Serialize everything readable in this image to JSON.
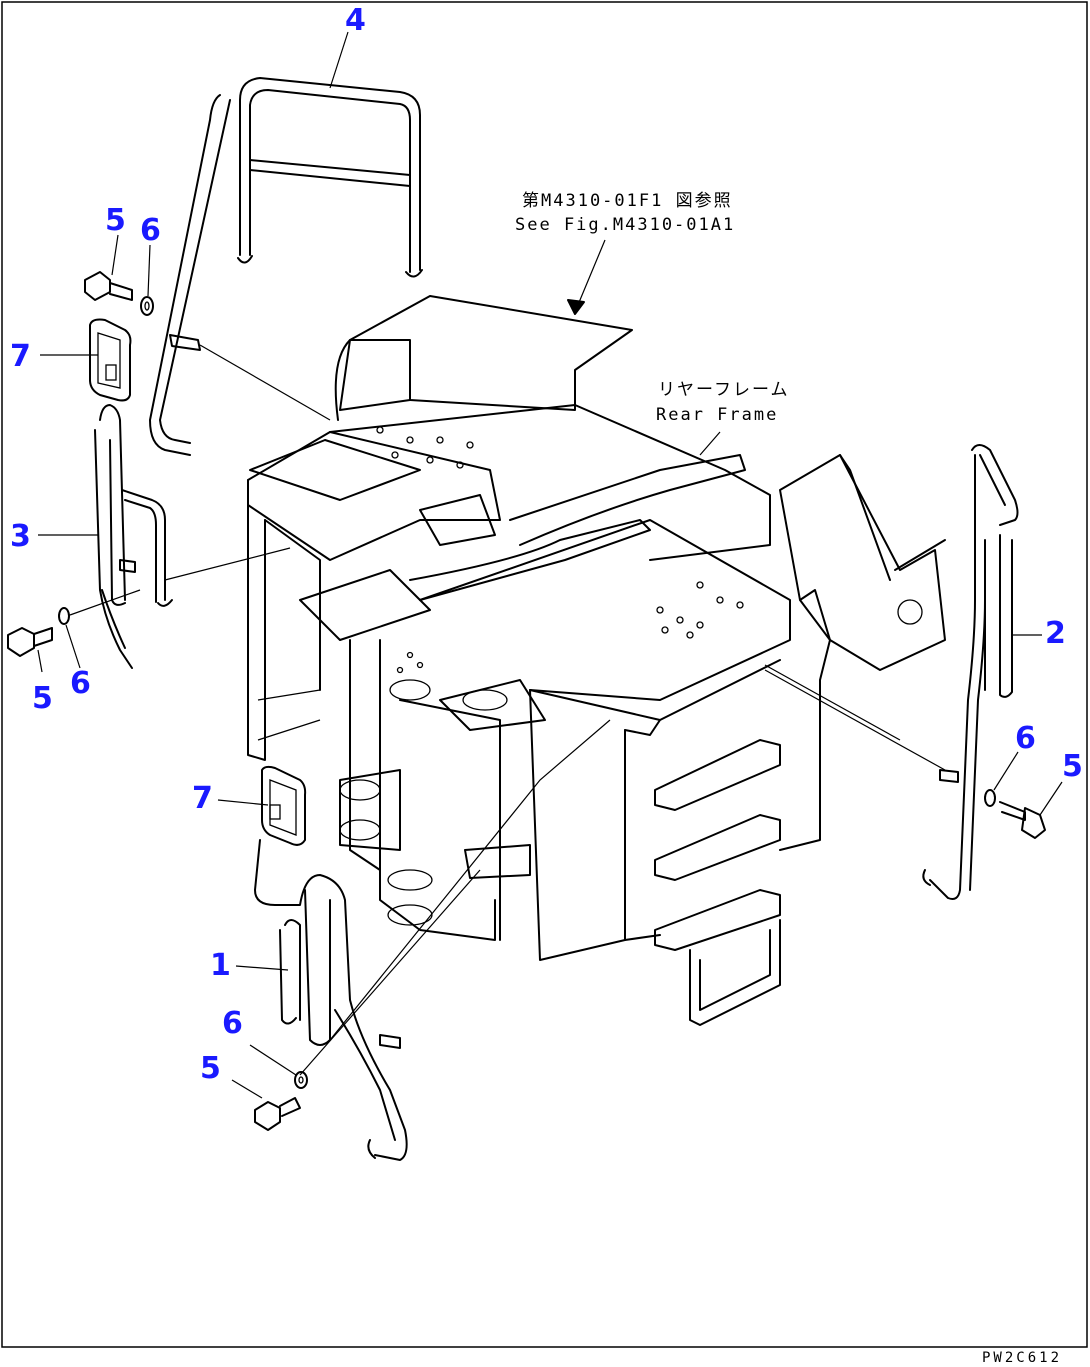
{
  "diagram": {
    "drawing_number": "PW2C612",
    "colors": {
      "callout": "#1a1aff",
      "line": "#000000",
      "background": "#ffffff"
    },
    "notes": {
      "ref_jp": "第M4310-01F1 図参照",
      "ref_en": "See Fig.M4310-01A1",
      "frame_jp": "リヤーフレーム",
      "frame_en": "Rear Frame"
    },
    "callouts": [
      {
        "id": "c4",
        "label": "4"
      },
      {
        "id": "c5a",
        "label": "5"
      },
      {
        "id": "c6a",
        "label": "6"
      },
      {
        "id": "c7a",
        "label": "7"
      },
      {
        "id": "c3",
        "label": "3"
      },
      {
        "id": "c5b",
        "label": "5"
      },
      {
        "id": "c6b",
        "label": "6"
      },
      {
        "id": "c7b",
        "label": "7"
      },
      {
        "id": "c1",
        "label": "1"
      },
      {
        "id": "c6c",
        "label": "6"
      },
      {
        "id": "c5c",
        "label": "5"
      },
      {
        "id": "c2",
        "label": "2"
      },
      {
        "id": "c6d",
        "label": "6"
      },
      {
        "id": "c5d",
        "label": "5"
      }
    ]
  }
}
